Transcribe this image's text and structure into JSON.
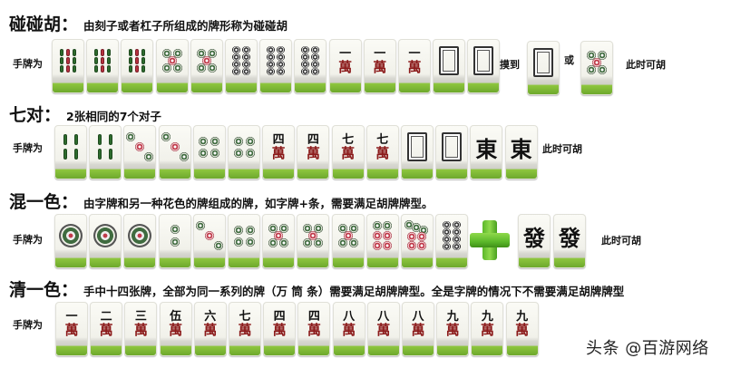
{
  "sections": [
    {
      "id": "pengpenghu",
      "title": "碰碰胡：",
      "description": "由刻子或者杠子所组成的牌形称为碰碰胡",
      "hand_label": "手牌为",
      "tiles": [
        "9-bamboo",
        "9-bamboo",
        "9-bamboo",
        "5-circle",
        "5-circle",
        "8-circle",
        "8-circle",
        "8-circle",
        "1-wan",
        "1-wan",
        "1-wan",
        "white-dragon",
        "white-dragon"
      ],
      "draw_label": "摸到",
      "draw_tile": "white-dragon",
      "or_label": "或",
      "or_tile": "5-circle",
      "result": "此时可胡"
    },
    {
      "id": "qidui",
      "title": "七对：",
      "description": "2张相同的7个对子",
      "hand_label": "手牌为",
      "tiles": [
        "4-bamboo",
        "4-bamboo",
        "3-circle",
        "3-circle",
        "4-circle",
        "4-circle",
        "4-wan",
        "4-wan",
        "7-wan",
        "7-wan",
        "white-dragon",
        "white-dragon",
        "east-wind",
        "east-wind"
      ],
      "result": "此时可胡"
    },
    {
      "id": "hunyise",
      "title": "混一色：",
      "description": "由字牌和另一种花色的牌组成的牌，如字牌+条，需要满足胡牌牌型。",
      "hand_label": "手牌为",
      "tiles": [
        "1-circle",
        "1-circle",
        "1-circle",
        "2-circle",
        "3-circle",
        "4-circle",
        "5-circle",
        "5-circle",
        "5-circle",
        "6-circle",
        "7-circle",
        "8-circle"
      ],
      "plus_icon": "plus-icon",
      "extra_tiles": [
        "green-dragon",
        "green-dragon"
      ],
      "result": "此时可胡"
    },
    {
      "id": "qingyise",
      "title": "清一色：",
      "description": "手中十四张牌，全部为同一系列的牌（万 筒 条）需要满足胡牌牌型。全是字牌的情况下不需要满足胡牌牌型",
      "hand_label": "手牌为",
      "tiles": [
        "1-wan",
        "2-wan",
        "3-wan",
        "5-wan",
        "6-wan",
        "7-wan",
        "4-wan",
        "4-wan",
        "8-wan",
        "8-wan",
        "8-wan",
        "9-wan",
        "9-wan",
        "9-wan"
      ]
    }
  ],
  "tile_glyphs": {
    "wan_char": "萬",
    "numerals": {
      "1": "一",
      "2": "二",
      "3": "三",
      "4": "四",
      "5": "伍",
      "6": "六",
      "7": "七",
      "8": "八",
      "9": "九"
    },
    "east-wind": "東",
    "green-dragon": "發"
  },
  "watermark": "头条 @百游网络"
}
